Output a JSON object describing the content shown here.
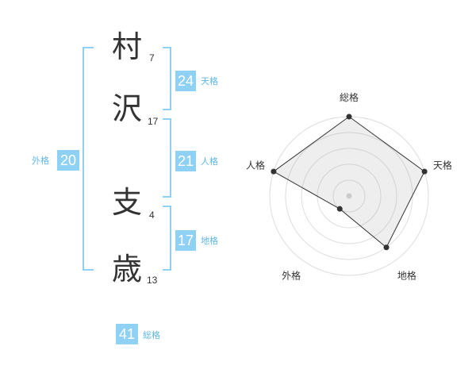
{
  "name": {
    "chars": [
      {
        "char": "村",
        "strokes": "7"
      },
      {
        "char": "沢",
        "strokes": "17"
      },
      {
        "char": "支",
        "strokes": "4"
      },
      {
        "char": "歳",
        "strokes": "13"
      }
    ]
  },
  "fortunes": {
    "tenkaku": {
      "value": "24",
      "label": "天格"
    },
    "jinkaku": {
      "value": "21",
      "label": "人格"
    },
    "chikaku": {
      "value": "17",
      "label": "地格"
    },
    "gaikaku": {
      "value": "20",
      "label": "外格"
    },
    "soukaku": {
      "value": "41",
      "label": "総格"
    }
  },
  "colors": {
    "accent": "#8fd0f5",
    "label": "#5fb7e8",
    "text": "#333333"
  },
  "radar": {
    "axes": [
      "総格",
      "天格",
      "地格",
      "外格",
      "人格"
    ],
    "max": 5,
    "levels": 5,
    "values": [
      5,
      5,
      4,
      1,
      5
    ]
  }
}
